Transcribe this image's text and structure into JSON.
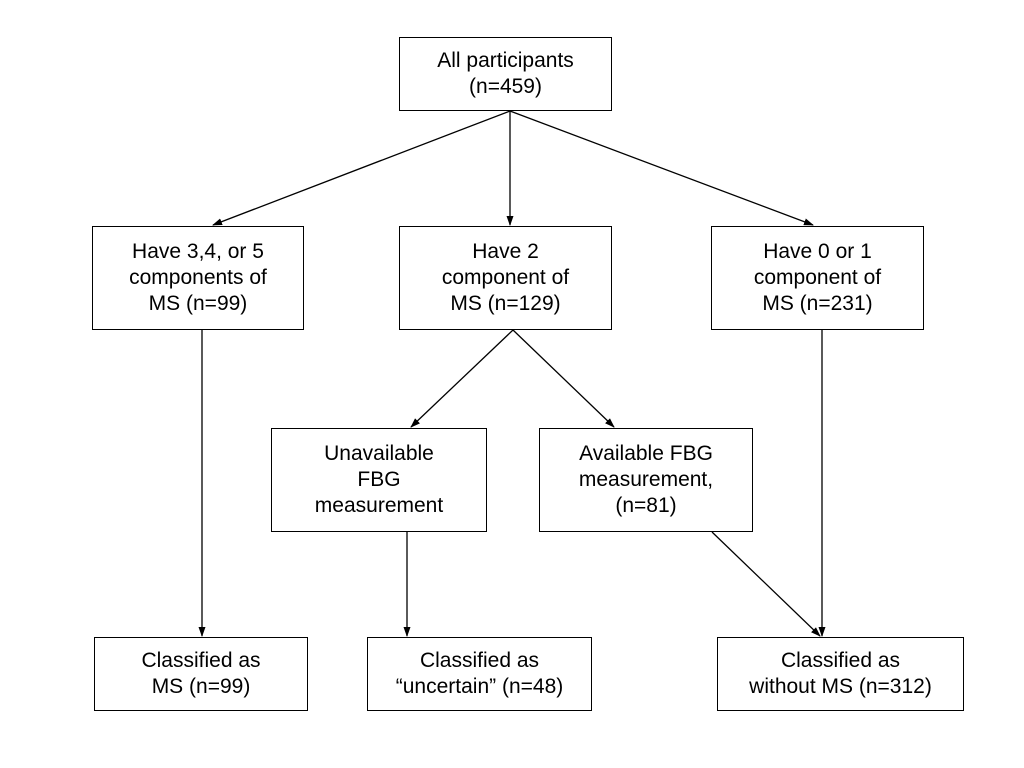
{
  "nodes": {
    "all": "All participants\n(n=459)",
    "high": "Have 3,4, or 5\ncomponents of\nMS (n=99)",
    "two": "Have 2\ncomponent of\nMS (n=129)",
    "low": "Have 0 or 1\ncomponent of\nMS (n=231)",
    "unavailable": "Unavailable\nFBG\nmeasurement",
    "available": "Available FBG\nmeasurement,\n(n=81)",
    "classified_ms": "Classified as\nMS (n=99)",
    "classified_uncertain": "Classified as\n“uncertain” (n=48)",
    "classified_without": "Classified as\nwithout MS (n=312)"
  },
  "colors": {
    "stroke": "#000000",
    "background": "#ffffff"
  }
}
